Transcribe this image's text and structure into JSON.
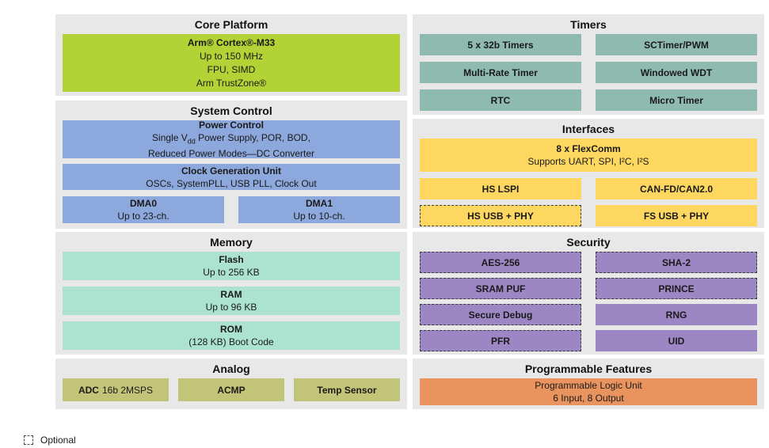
{
  "colors": {
    "section_bg": "#e8e8e8",
    "core_green": "#b2d235",
    "system_blue": "#8da8dc",
    "memory_mint": "#abe2d0",
    "timers_sage": "#8fbab0",
    "interfaces_yellow": "#fdd760",
    "security_purple": "#9d86c4",
    "analog_olive": "#c2c477",
    "programmable_orange": "#e9945f"
  },
  "legend": {
    "label": "Optional"
  },
  "sections": {
    "core_platform": {
      "title": "Core Platform",
      "cpu": {
        "title": "Arm® Cortex®-M33",
        "lines": [
          "Up to 150 MHz",
          "FPU, SIMD",
          "Arm TrustZone®"
        ]
      }
    },
    "system_control": {
      "title": "System Control",
      "power_control": {
        "title": "Power Control",
        "line1": "Single V~dd~ Power Supply, POR, BOD,",
        "line2": "Reduced Power Modes—DC Converter"
      },
      "clock_gen": {
        "title": "Clock Generation Unit",
        "line1": "OSCs, SystemPLL, USB PLL, Clock Out"
      },
      "dma0": {
        "title": "DMA0",
        "line1": "Up to 23-ch."
      },
      "dma1": {
        "title": "DMA1",
        "line1": "Up to 10-ch."
      }
    },
    "memory": {
      "title": "Memory",
      "flash": {
        "title": "Flash",
        "line1": "Up to 256 KB"
      },
      "ram": {
        "title": "RAM",
        "line1": "Up to 96 KB"
      },
      "rom": {
        "title": "ROM",
        "line1": "(128 KB) Boot Code"
      }
    },
    "analog": {
      "title": "Analog",
      "adc_bold": "ADC",
      "adc_rest": "16b 2MSPS",
      "acmp": "ACMP",
      "temp_sensor": "Temp Sensor"
    },
    "timers": {
      "title": "Timers",
      "items": [
        "5 x 32b Timers",
        "SCTimer/PWM",
        "Multi-Rate Timer",
        "Windowed WDT",
        "RTC",
        "Micro Timer"
      ]
    },
    "interfaces": {
      "title": "Interfaces",
      "flexcomm": {
        "title": "8 x FlexComm",
        "line1": "Supports UART, SPI, I²C, I²S"
      },
      "hs_lspi": "HS LSPI",
      "can": "CAN-FD/CAN2.0",
      "hs_usb": "HS USB + PHY",
      "fs_usb": "FS USB + PHY"
    },
    "security": {
      "title": "Security",
      "items": [
        {
          "label": "AES-256",
          "optional": true
        },
        {
          "label": "SHA-2",
          "optional": true
        },
        {
          "label": "SRAM PUF",
          "optional": true
        },
        {
          "label": "PRINCE",
          "optional": true
        },
        {
          "label": "Secure Debug",
          "optional": true
        },
        {
          "label": "RNG",
          "optional": false
        },
        {
          "label": "PFR",
          "optional": true
        },
        {
          "label": "UID",
          "optional": false
        }
      ]
    },
    "programmable": {
      "title": "Programmable Features",
      "plu": {
        "line1": "Programmable Logic Unit",
        "line2": "6 Input, 8 Output"
      }
    }
  }
}
